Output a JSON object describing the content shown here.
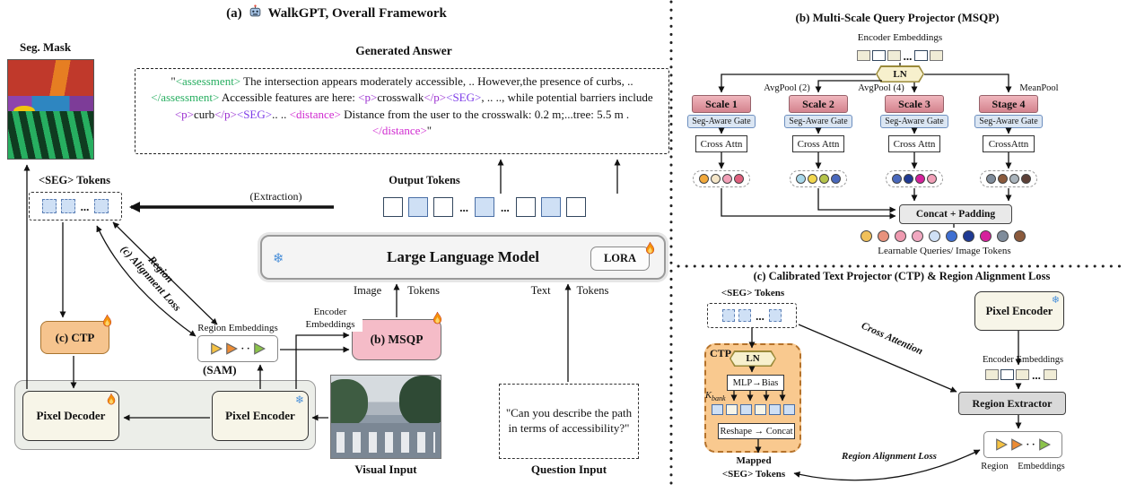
{
  "panel_a": {
    "title_prefix": "(a)",
    "title": "WalkGPT, Overall Framework",
    "seg_mask_label": "Seg. Mask",
    "generated_answer_title": "Generated Answer",
    "answer_segments": [
      {
        "text": "\"",
        "color": "#111111"
      },
      {
        "text": "<assessment>",
        "color": "#27ae60"
      },
      {
        "text": " The intersection appears moderately accessible, .. However,the presence of curbs, .. ",
        "color": "#111111"
      },
      {
        "text": "</assessment>",
        "color": "#27ae60"
      },
      {
        "text": "  Accessible features are here: ",
        "color": "#111111"
      },
      {
        "text": "<p>",
        "color": "#9b30d0"
      },
      {
        "text": "crosswalk",
        "color": "#111111"
      },
      {
        "text": "</p>",
        "color": "#9b30d0"
      },
      {
        "text": "<SEG>",
        "color": "#7d3ce8"
      },
      {
        "text": ", .. .., while potential barriers include ",
        "color": "#111111"
      },
      {
        "text": "<p>",
        "color": "#9b30d0"
      },
      {
        "text": "curb",
        "color": "#111111"
      },
      {
        "text": "</p>",
        "color": "#9b30d0"
      },
      {
        "text": "<SEG>",
        "color": "#7d3ce8"
      },
      {
        "text": ".. .. ",
        "color": "#111111"
      },
      {
        "text": "<distance>",
        "color": "#d02ad0"
      },
      {
        "text": " Distance from the user to the crosswalk: 0.2 m;...tree: 5.5 m . ",
        "color": "#111111"
      },
      {
        "text": "</distance>",
        "color": "#d02ad0"
      },
      {
        "text": "\"",
        "color": "#111111"
      }
    ],
    "seg_tokens_label": "<SEG> Tokens",
    "seg_tokens_cells": [
      "blue",
      "blue",
      "dots",
      "blue"
    ],
    "extraction_label": "(Extraction)",
    "output_tokens_label": "Output Tokens",
    "output_tokens_cells": [
      "white",
      "blue",
      "white",
      "dots",
      "blue",
      "dots",
      "white",
      "blue",
      "white"
    ],
    "llm_label": "Large Language Model",
    "lora_label": "LORA",
    "image_tokens_label": "Image Tokens",
    "text_tokens_label": "Text Tokens",
    "region_line": "Region",
    "alignment_line": "(c) Alignment Loss",
    "ctp_label": "(c) CTP",
    "region_embeddings_label": "Region Embeddings",
    "region_triangles": [
      "#f5c243",
      "#ec8b33",
      "dots",
      "#8bc34a"
    ],
    "encoder_embeddings_label": "Encoder Embeddings",
    "msqp_label": "(b) MSQP",
    "sam_label": "(SAM)",
    "pixel_decoder_label": "Pixel Decoder",
    "pixel_encoder_label": "Pixel Encoder",
    "visual_input_label": "Visual Input",
    "question_text": "\"Can you describe the path in terms of accessibility?\"",
    "question_input_label": "Question Input"
  },
  "panel_b": {
    "title": "(b) Multi-Scale Query Projector (MSQP)",
    "encoder_embeddings_label": "Encoder Embeddings",
    "encoder_embeddings_cells": [
      "beige",
      "white",
      "beige",
      "dots",
      "white",
      "beige"
    ],
    "ln_label": "LN",
    "pool_labels": [
      "AvgPool (2)",
      "AvgPool (4)",
      "MeanPool"
    ],
    "scale_labels": [
      "Scale 1",
      "Scale 2",
      "Scale 3",
      "Stage 4"
    ],
    "gate_label": "Seg-Aware Gate",
    "cross_attn_labels": [
      "Cross Attn",
      "Cross Attn",
      "Cross Attn",
      "CrossAttn"
    ],
    "query_groups": [
      [
        "#f2a93b",
        "#f5e6c8",
        "#f2a0b8",
        "#e0607e"
      ],
      [
        "#a8d8ea",
        "#f2d74e",
        "#b5c44a",
        "#4a69bd"
      ],
      [
        "#4a69bd",
        "#1f3a93",
        "#d6219c",
        "#f2a0b8"
      ],
      [
        "#7f8c9b",
        "#8b5a3c",
        "#aab4bc",
        "#5d4037"
      ]
    ],
    "concat_label": "Concat + Padding",
    "bottom_circles": [
      "#f0c05a",
      "#e8927c",
      "#ef9ab0",
      "#f0a8c0",
      "#cfe0f5",
      "#3f6fd1",
      "#1f3a93",
      "#d6219c",
      "#7f8c9b",
      "#8b5a3c"
    ],
    "queries_label": "Learnable Queries/ Image Tokens"
  },
  "panel_c": {
    "title": "(c) Calibrated Text Projector (CTP) & Region Alignment Loss",
    "seg_tokens_label": "<SEG> Tokens",
    "seg_tokens_cells": [
      "blue",
      "blue",
      "dots",
      "blue"
    ],
    "pixel_encoder_label": "Pixel Encoder",
    "ctp_label": "CTP",
    "ln_label": "LN",
    "mlp_label": "MLP→Bias",
    "kbank_main": "K",
    "kbank_sub": "bank",
    "kbank_cells": [
      "#cfe0f5",
      "#f7f5e8",
      "#cfe0f5",
      "#f7f5e8",
      "#cfe0f5",
      "#cfe0f5"
    ],
    "reshape_label": "Reshape → Concat",
    "cross_attention_label": "Cross Attention",
    "encoder_embeddings_label": "Encoder Embeddings",
    "encoder_embeddings_cells": [
      "beige",
      "white",
      "beige",
      "dots",
      "beige"
    ],
    "region_extractor_label": "Region Extractor",
    "mapped_label": "Mapped",
    "mapped_seg_label": "<SEG> Tokens",
    "region_alignment_label": "Region Alignment Loss",
    "region_embeddings_label": "Region Embeddings",
    "region_triangles": [
      "#f5c243",
      "#ec8b33",
      "dots",
      "#8bc34a"
    ]
  }
}
